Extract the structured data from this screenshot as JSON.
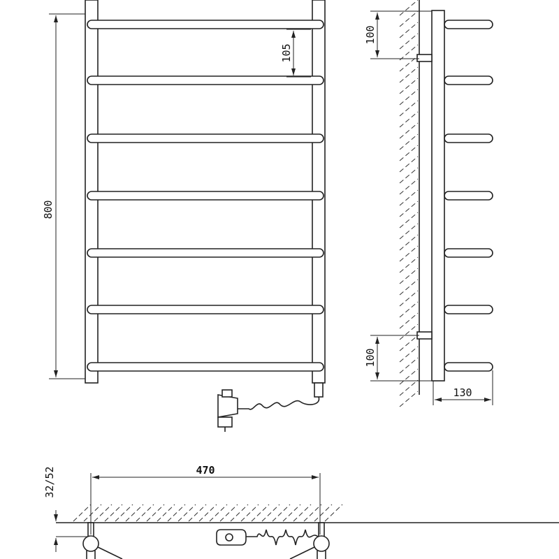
{
  "title": "Electric heated towel rail technical drawing",
  "dimensions": {
    "height": "800",
    "bar_spacing": "105",
    "top_mount_offset": "100",
    "bottom_mount_offset": "100",
    "depth": "130",
    "width": "470",
    "wall_gap": "32/52"
  },
  "colors": {
    "line": "#222222",
    "background": "#ffffff"
  }
}
